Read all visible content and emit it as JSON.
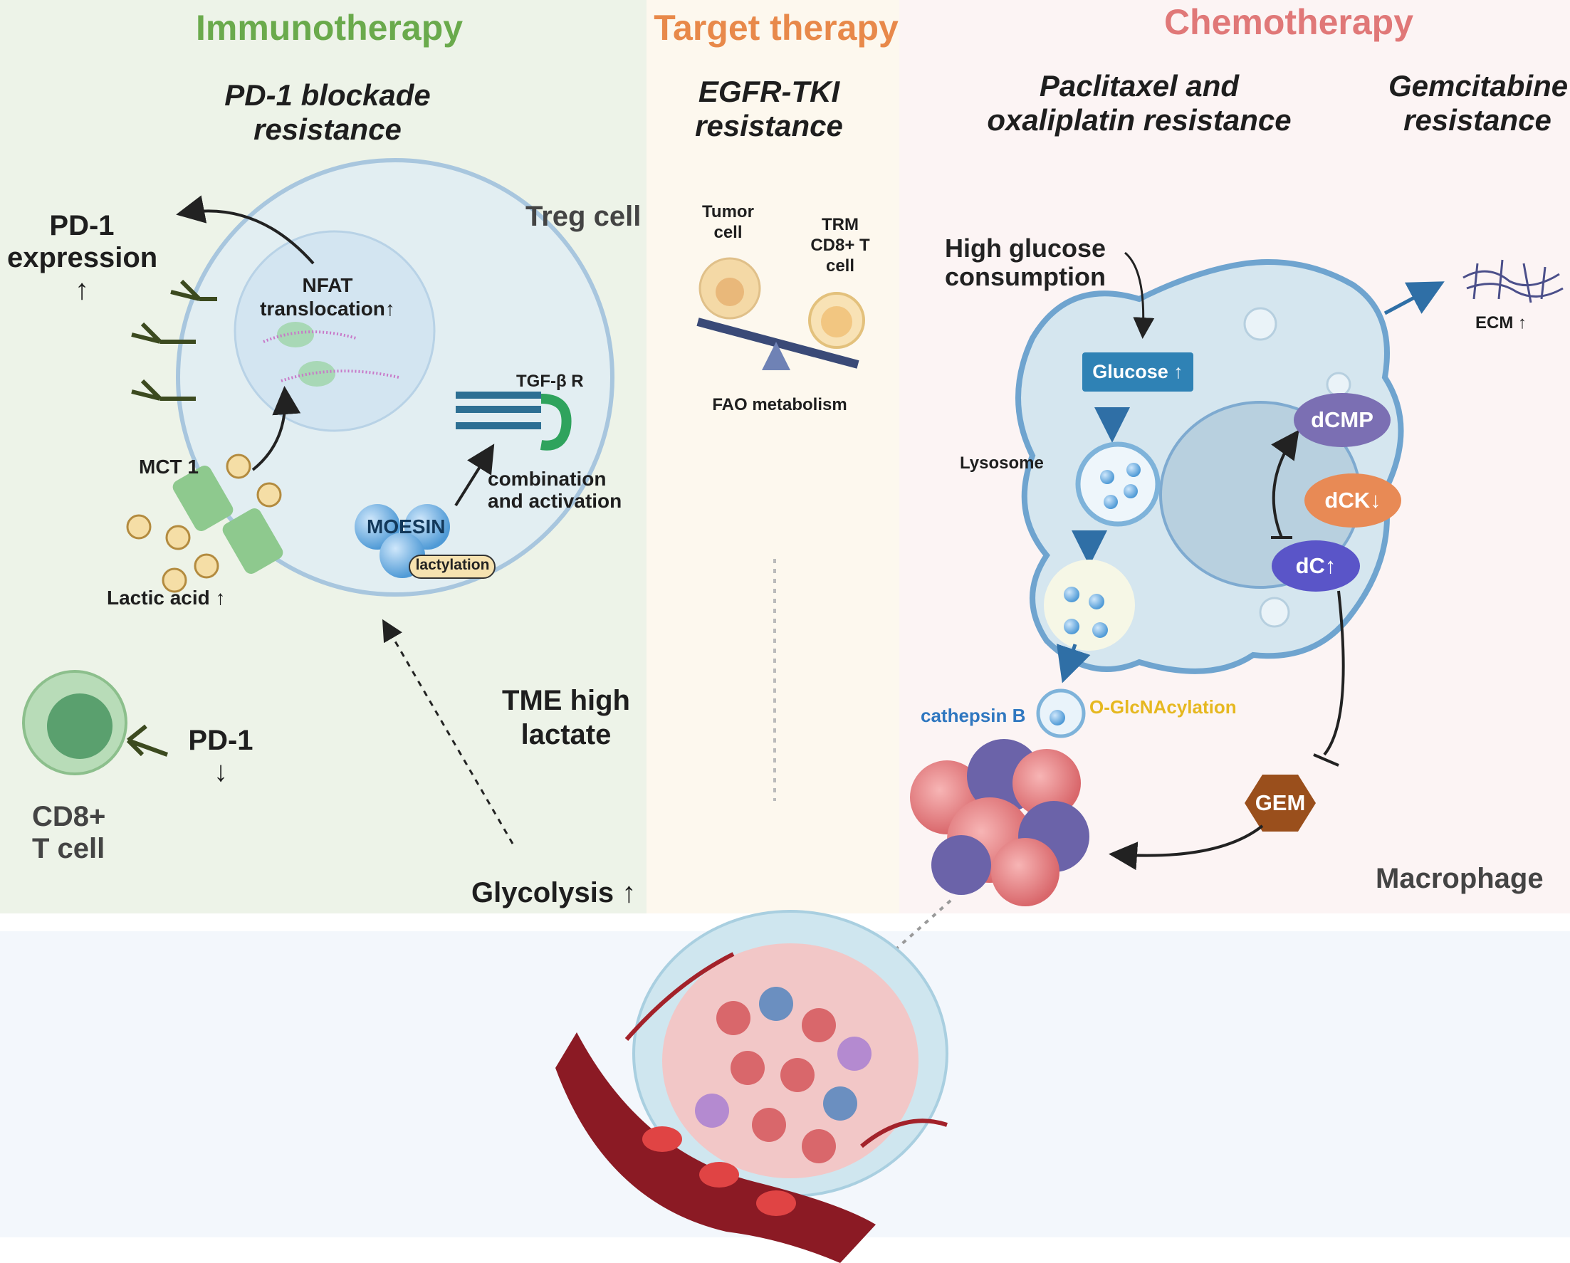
{
  "sections": {
    "immunotherapy": {
      "title": "Immunotherapy",
      "subtitle_line1": "PD-1 blockade",
      "subtitle_line2": "resistance",
      "treg_label": "Treg cell",
      "pd1_expression_line1": "PD-1",
      "pd1_expression_line2": "expression",
      "pd1_expression_line3": "↑",
      "nfat_line1": "NFAT",
      "nfat_line2": "translocation↑",
      "tgf_label": "TGF-β  R",
      "mct1_label": "MCT 1",
      "combination_line1": "combination",
      "combination_line2": "and activation",
      "moesin_label": "MOESIN",
      "lactylation_label": "lactylation",
      "lactic_acid_label": "Lactic acid ↑",
      "pd1_low_line1": "PD-1",
      "pd1_low_line2": "↓",
      "cd8_line1": "CD8+",
      "cd8_line2": "T cell",
      "tme_line1": "TME high",
      "tme_line2": "lactate",
      "glycolysis_label": "Glycolysis ↑"
    },
    "target_therapy": {
      "title": "Target therapy",
      "subtitle_line1": "EGFR-TKI",
      "subtitle_line2": "resistance",
      "tumor_line1": "Tumor",
      "tumor_line2": "cell",
      "trm_line1": "TRM",
      "trm_line2": "CD8+ T",
      "trm_line3": "cell",
      "fao_label": "FAO metabolism"
    },
    "chemotherapy": {
      "title": "Chemotherapy",
      "subtitle_a_line1": "Paclitaxel and",
      "subtitle_a_line2": "oxaliplatin resistance",
      "subtitle_b_line1": "Gemcitabine",
      "subtitle_b_line2": "resistance",
      "high_glucose_line1": "High glucose",
      "high_glucose_line2": "consumption",
      "glucose_label": "Glucose ↑",
      "lysosome_label": "Lysosome",
      "ecm_label": "ECM ↑",
      "dcmp_label": "dCMP",
      "dck_label": "dCK↓",
      "dc_label": "dC↑",
      "cathepsin_label": "cathepsin B",
      "oglcnac_label": "O-GlcNAcylation",
      "gem_label": "GEM",
      "macrophage_label": "Macrophage"
    }
  },
  "colors": {
    "immunotherapy_title": "#6aaa4c",
    "target_title": "#e8894a",
    "chemo_title": "#e07878",
    "cathepsin": "#2f77c0",
    "oglcnac": "#e6b820",
    "dcmp": "#7b6fb3",
    "dck": "#e88a55",
    "dc": "#5a55c8",
    "gem": "#9a4f1c",
    "glucose_box": "#2f82b5"
  }
}
